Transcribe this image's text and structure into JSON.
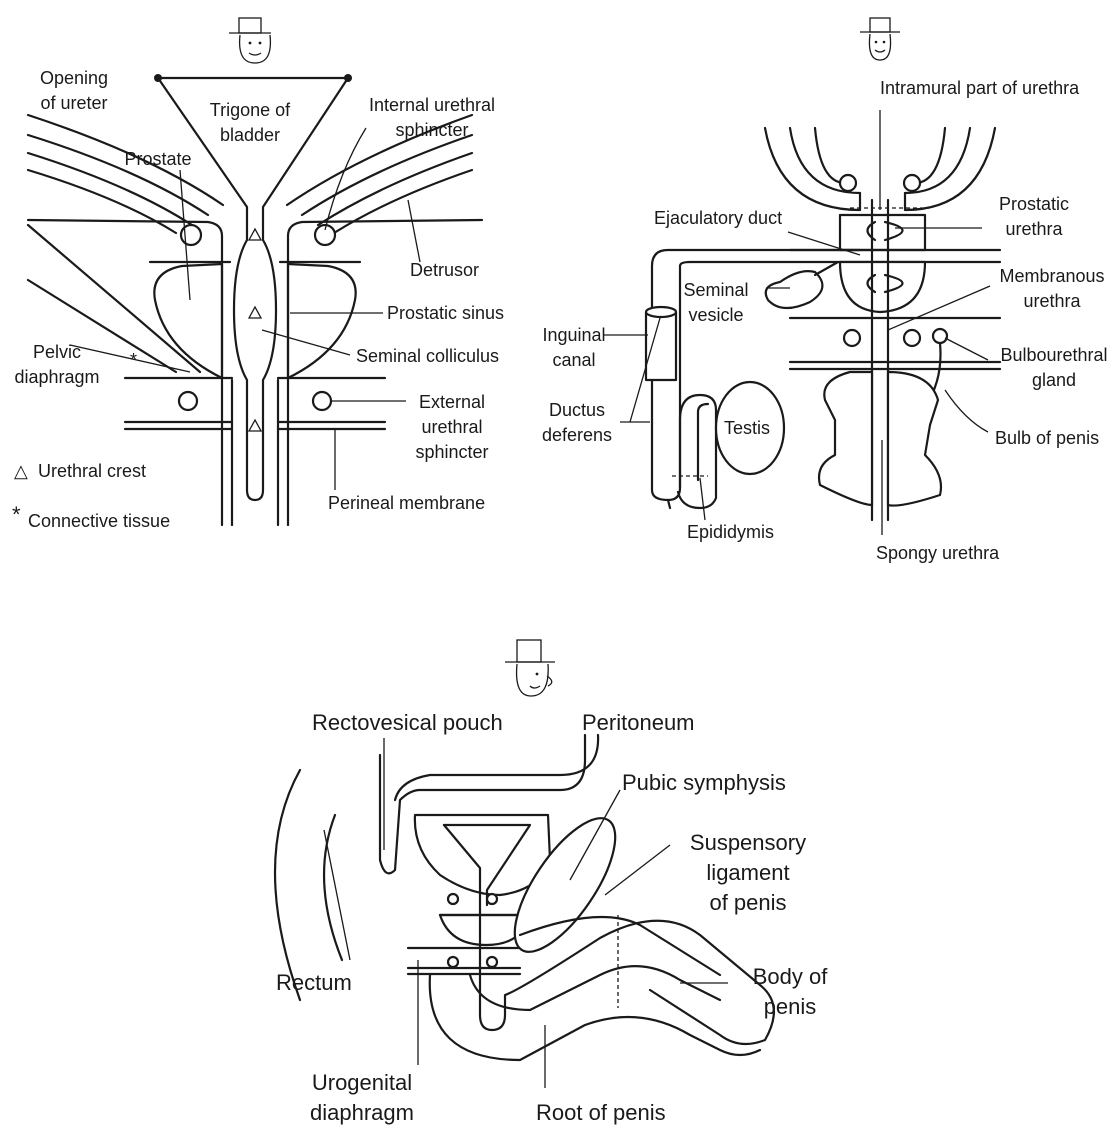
{
  "panel_a": {
    "opening_of_ureter": "Opening\nof ureter",
    "trigone_of_bladder": "Trigone of\nbladder",
    "internal_urethral_sphincter": "Internal urethral\nsphincter",
    "prostate": "Prostate",
    "detrusor": "Detrusor",
    "prostatic_sinus": "Prostatic sinus",
    "pelvic_diaphragm": "Pelvic\ndiaphragm",
    "seminal_colliculus": "Seminal colliculus",
    "external_urethral_sphincter": "External\nurethral\nsphincter",
    "urethral_crest": "Urethral crest",
    "perineal_membrane": "Perineal membrane",
    "connective_tissue": "Connective tissue",
    "asterisk": "*",
    "triangle_symbol": "△"
  },
  "panel_b": {
    "intramural_part": "Intramural part of urethra",
    "prostatic_urethra": "Prostatic\nurethra",
    "ejaculatory_duct": "Ejaculatory duct",
    "membranous_urethra": "Membranous\nurethra",
    "seminal_vesicle": "Seminal\nvesicle",
    "inguinal_canal": "Inguinal\ncanal",
    "bulbourethral_gland": "Bulbourethral\ngland",
    "ductus_deferens": "Ductus\ndeferens",
    "testis": "Testis",
    "bulb_of_penis": "Bulb of penis",
    "epididymis": "Epididymis",
    "spongy_urethra": "Spongy urethra"
  },
  "panel_c": {
    "rectovesical_pouch": "Rectovesical pouch",
    "peritoneum": "Peritoneum",
    "pubic_symphysis": "Pubic symphysis",
    "suspensory_ligament": "Suspensory\nligament\nof penis",
    "rectum": "Rectum",
    "body_of_penis": "Body of\npenis",
    "urogenital_diaphragm": "Urogenital\ndiaphragm",
    "root_of_penis": "Root of penis"
  }
}
